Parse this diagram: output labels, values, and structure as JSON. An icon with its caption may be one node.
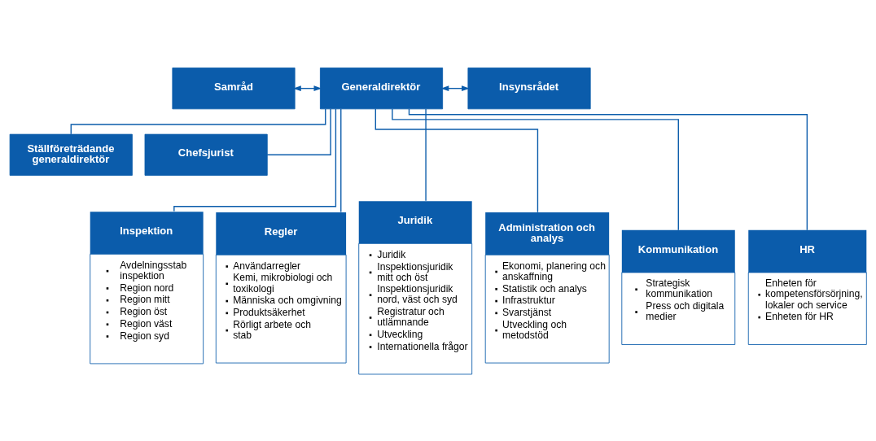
{
  "diagram": {
    "nodes": [
      {
        "text": [
          "Samråd"
        ]
      },
      {
        "text": [
          "Generaldirektör"
        ]
      },
      {
        "text": [
          "Insynsrådet"
        ]
      },
      {
        "text": [
          "Ställföreträdande generaldirektör"
        ]
      },
      {
        "text": [
          "Chefsjurist"
        ]
      },
      {
        "text": [
          "Inspektion",
          "Avdelningsstab inspektion",
          "Region nord",
          "Region mitt",
          "Region öst",
          "Region väst",
          "Region syd"
        ]
      },
      {
        "text": [
          "Regler",
          "Användarregler",
          "Kemi, mikrobiologi och toxikologi",
          "Människa och omgivning",
          "Produktsäkerhet",
          "Rörligt arbete och stab"
        ]
      },
      {
        "text": [
          "Juridik",
          "Juridik",
          "Inspektionsjuridik mitt och öst",
          "Inspektionsjuridik nord, väst och syd",
          "Registratur och utlämnande",
          "Utveckling",
          "Internationella frågor"
        ]
      },
      {
        "text": [
          "Administration och analys",
          "Ekonomi, planering och anskaffning",
          "Statistik och analys",
          "Infrastruktur",
          "Svarstjänst",
          "Utveckling och metodstöd"
        ]
      },
      {
        "text": [
          "Kommunikation",
          "Strategisk kommunikation",
          "Press och digitala medier"
        ]
      },
      {
        "text": [
          "HR",
          "Enheten för kompetensförsörjning, lokaler och service",
          "Enheten för HR"
        ]
      }
    ],
    "edges": [
      {
        "from": 0,
        "to": 1,
        "arrow": "both"
      },
      {
        "from": 1,
        "to": 2,
        "arrow": "both"
      },
      {
        "from": 1,
        "to": 3,
        "arrow": "none"
      },
      {
        "from": 1,
        "to": 4,
        "arrow": "none"
      },
      {
        "from": 1,
        "to": 5,
        "arrow": "none"
      },
      {
        "from": 1,
        "to": 6,
        "arrow": "none"
      },
      {
        "from": 1,
        "to": 7,
        "arrow": "none"
      },
      {
        "from": 1,
        "to": 8,
        "arrow": "none"
      },
      {
        "from": 1,
        "to": 9,
        "arrow": "none"
      },
      {
        "from": 1,
        "to": 10,
        "arrow": "none"
      }
    ]
  }
}
